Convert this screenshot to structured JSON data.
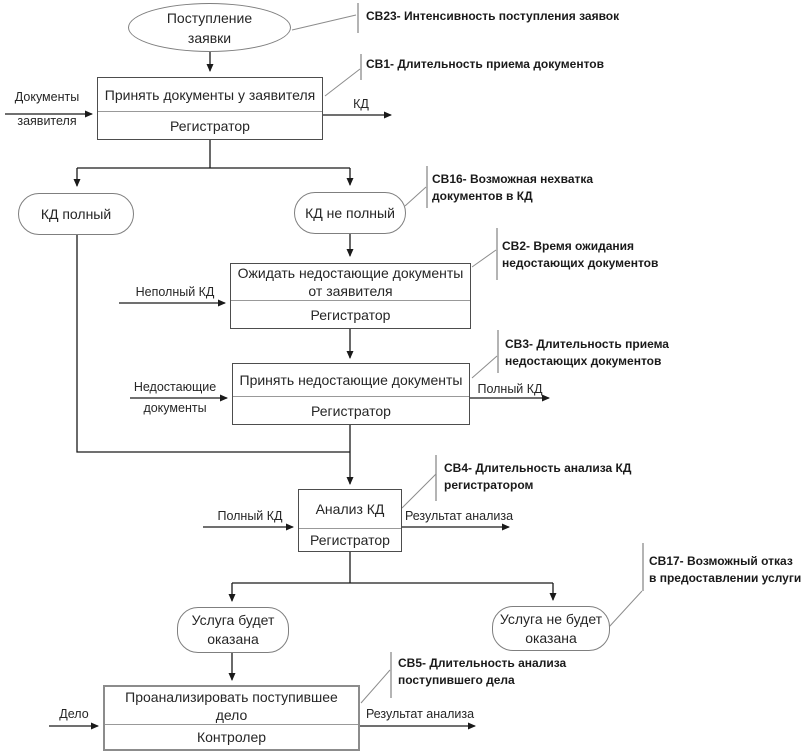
{
  "diagram": {
    "nodes": {
      "start_event": {
        "line1": "Поступление",
        "line2": "заявки"
      },
      "receive_docs": {
        "title": "Принять документы у заявителя",
        "role": "Регистратор"
      },
      "kd_full": {
        "label": "КД полный"
      },
      "kd_not_full": {
        "label": "КД не полный"
      },
      "wait_docs": {
        "title_line1": "Ожидать недостающие документы",
        "title_line2": "от заявителя",
        "role": "Регистратор"
      },
      "receive_missing": {
        "title": "Принять недостающие документы",
        "role": "Регистратор"
      },
      "analyze_kd": {
        "title": "Анализ КД",
        "role": "Регистратор"
      },
      "service_granted": {
        "line1": "Услуга будет",
        "line2": "оказана"
      },
      "service_denied": {
        "line1": "Услуга не будет",
        "line2": "оказана"
      },
      "analyze_case": {
        "title_line1": "Проанализировать поступившее",
        "title_line2": "дело",
        "role": "Контролер"
      }
    },
    "edge_labels": {
      "applicant_docs_line1": "Документы",
      "applicant_docs_line2": "заявителя",
      "kd_out": "КД",
      "incomplete_kd": "Неполный КД",
      "missing_docs_line1": "Недостающие",
      "missing_docs_line2": "документы",
      "full_kd_out": "Полный КД",
      "full_kd_in": "Полный КД",
      "analysis_result_1": "Результат анализа",
      "case_in": "Дело",
      "analysis_result_2": "Результат анализа"
    },
    "annotations": {
      "sv23": "СВ23- Интенсивность поступления заявок",
      "sv1": "СВ1- Длительность приема документов",
      "sv16_line1": "СВ16- Возможная нехватка",
      "sv16_line2": "документов в КД",
      "sv2_line1": "СВ2- Время ожидания",
      "sv2_line2": "недостающих документов",
      "sv3_line1": "СВ3- Длительность приема",
      "sv3_line2": "недостающих документов",
      "sv4_line1": "СВ4- Длительность анализа КД",
      "sv4_line2": "регистратором",
      "sv17_line1": "СВ17- Возможный отказ",
      "sv17_line2": "в предоставлении услуги",
      "sv5_line1": "СВ5- Длительность анализа",
      "sv5_line2": "поступившего дела"
    },
    "colors": {
      "connector": "#1a1a1a",
      "shape_border": "#7f7f7f",
      "callout": "#8c8c8c",
      "text": "#262626"
    }
  }
}
